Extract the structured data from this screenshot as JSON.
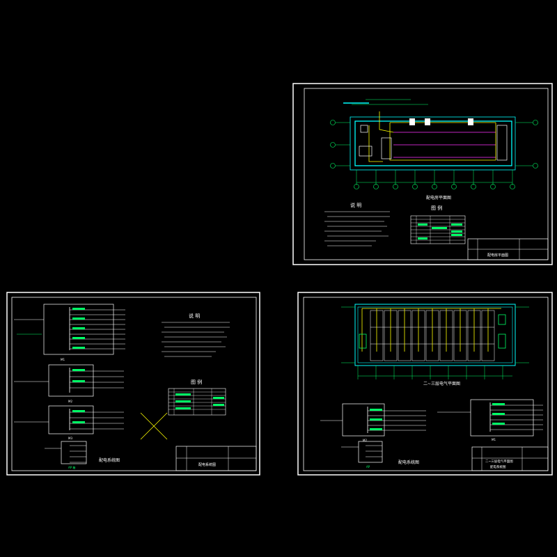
{
  "colors": {
    "background": "#000000",
    "frame": "#ffffff",
    "wall": "#00e5ff",
    "wiring": "#ffff00",
    "lamp": "#ff33ff",
    "equipment": "#00ff66"
  },
  "sheet_top_right": {
    "plan_title": "配电房平面图",
    "notes_title": "说 明",
    "legend_title": "图 例",
    "title_block_name": "配电房平面图"
  },
  "sheet_bottom_left": {
    "notes_title": "说 明",
    "legend_title": "图 例",
    "diagram_title": "配电系统图",
    "panel_labels": [
      "M1",
      "M2",
      "M3"
    ],
    "bottom_panel_label": "AP 箱"
  },
  "sheet_bottom_right": {
    "plan_title": "二~三层电气平面图",
    "diagram_title": "配电系统图",
    "title_block_name_line1": "二~三层电气平面图",
    "title_block_name_line2": "配电系统图",
    "panel_labels": [
      "M2",
      "M1"
    ],
    "bottom_panel_label": "AP"
  }
}
